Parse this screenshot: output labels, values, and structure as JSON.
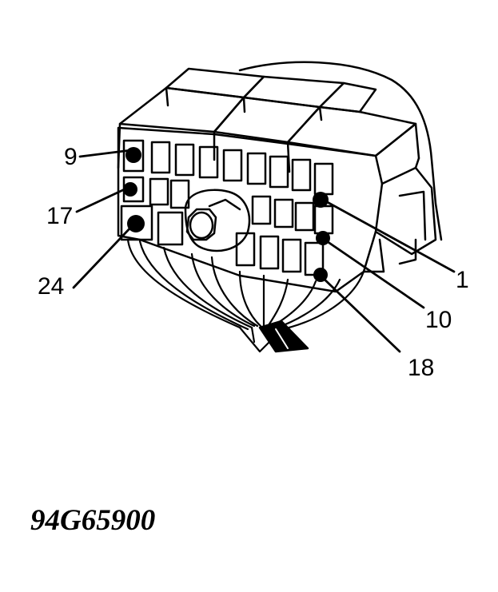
{
  "figure": {
    "id": "94G65900"
  },
  "callouts": [
    {
      "label": "9"
    },
    {
      "label": "17"
    },
    {
      "label": "24"
    },
    {
      "label": "1"
    },
    {
      "label": "10"
    },
    {
      "label": "18"
    }
  ],
  "colors": {
    "ink": "#000000",
    "paper": "#ffffff"
  }
}
